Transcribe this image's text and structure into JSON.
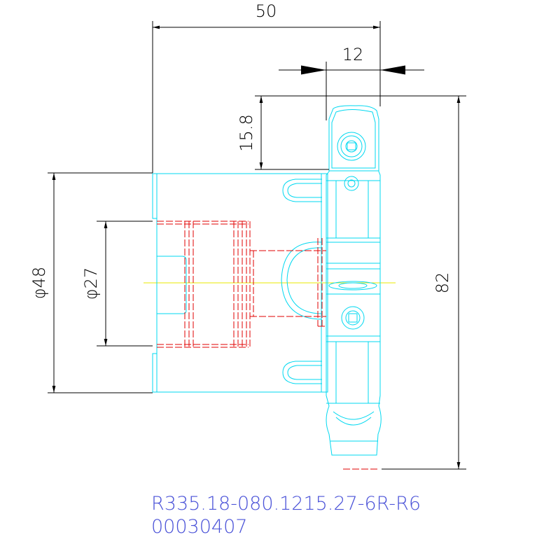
{
  "colors": {
    "background": "#ffffff",
    "dimension": "#000000",
    "outline": "#00d8f0",
    "hidden": "#e00000",
    "centerline": "#e8e800",
    "caption": "#4a52d8"
  },
  "dimensions": {
    "overall_width": "50",
    "cutter_width": "12",
    "insert_offset": "15.8",
    "body_diameter": "φ48",
    "bore_diameter": "φ27",
    "cutter_diameter": "82"
  },
  "caption": {
    "part_code": "R335.18-080.1215.27-6R-R6",
    "item_number": "00030407"
  }
}
